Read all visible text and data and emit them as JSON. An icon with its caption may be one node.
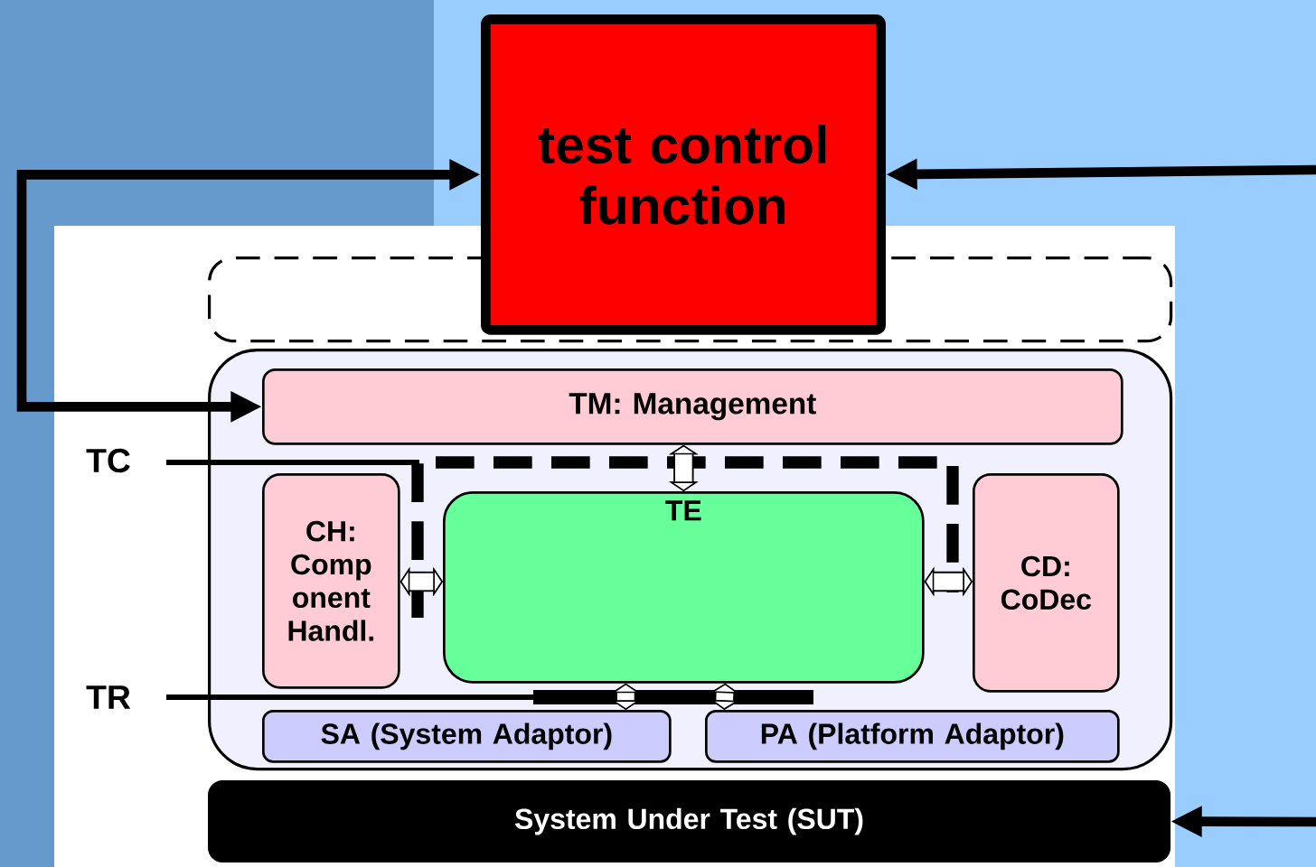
{
  "diagram": {
    "nodes": [
      {
        "text": [
          "test control function"
        ]
      },
      {
        "text": [],
        "shape": "box"
      },
      {
        "text": [],
        "shape": "box"
      },
      {
        "text": [
          "TM: Management"
        ],
        "in": 2
      },
      {
        "text": [
          "CH: Comp onent Handl."
        ],
        "in": 2
      },
      {
        "text": [
          "TE"
        ],
        "in": 2
      },
      {
        "text": [
          "CD: CoDec"
        ],
        "in": 2
      },
      {
        "text": [
          "SA (System Adaptor)"
        ],
        "in": 2
      },
      {
        "text": [
          "PA (Platform Adaptor)"
        ],
        "in": 2
      },
      {
        "text": [
          "System Under Test (SUT)"
        ]
      }
    ],
    "edges": [
      {
        "from": 0,
        "to": 3,
        "arrow": "both"
      },
      {
        "from": null,
        "to": 0,
        "arrow": "to"
      },
      {
        "from": null,
        "to": 9,
        "arrow": "to"
      },
      {
        "from": 3,
        "to": 5,
        "arrow": "both"
      },
      {
        "from": 4,
        "to": 5,
        "arrow": "both"
      },
      {
        "from": 5,
        "to": 6,
        "arrow": "both"
      },
      {
        "from": 5,
        "to": 7,
        "arrow": "both",
        "color": "#ffffff"
      },
      {
        "from": 5,
        "to": 8,
        "arrow": "both",
        "color": "#ffffff"
      }
    ],
    "labels": [
      "TC",
      "TR"
    ]
  }
}
